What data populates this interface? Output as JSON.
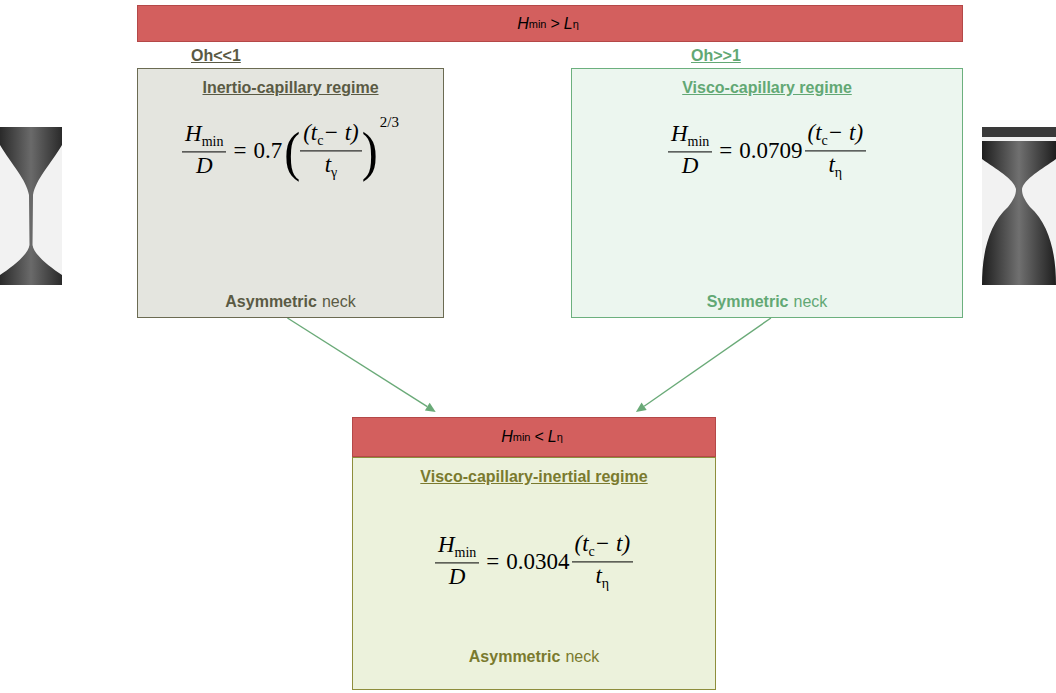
{
  "diagram": {
    "nodes": [
      {
        "text": [
          "H",
          "min",
          ">",
          "L",
          "η"
        ]
      },
      {
        "text": [
          "Oh<<1",
          "Inertio-capillary regime",
          "H",
          "min",
          "D",
          "=",
          "0.7",
          "(",
          "(t",
          "c",
          "− t)",
          "t",
          "γ",
          ")",
          "2/3",
          "Asymmetric",
          "neck"
        ]
      },
      {
        "text": [
          "Oh>>1",
          "Visco-capillary regime",
          "H",
          "min",
          "D",
          "=",
          "0.0709",
          "(t",
          "c",
          "− t)",
          "t",
          "η",
          "Symmetric",
          "neck"
        ]
      },
      {
        "text": [
          "H",
          "min",
          "<",
          "L",
          "η"
        ]
      },
      {
        "text": [
          "Visco-capillary-inertial regime",
          "H",
          "min",
          "D",
          "=",
          "0.0304",
          "(t",
          "c",
          "− t)",
          "t",
          "η",
          "Asymmetric",
          "neck"
        ]
      }
    ],
    "edges": [
      {
        "from": 1,
        "to": 3,
        "arrow": "to"
      },
      {
        "from": 2,
        "to": 3,
        "arrow": "to"
      }
    ]
  }
}
